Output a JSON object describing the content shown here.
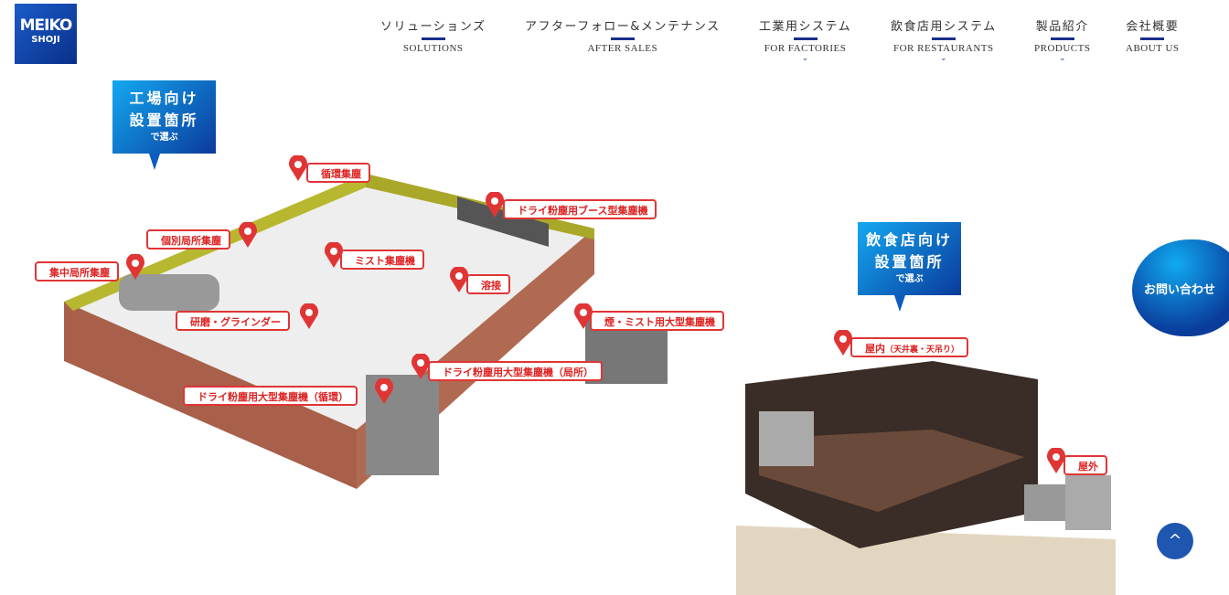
{
  "logo": {
    "line1": "MEIKO",
    "line2": "SHOJI"
  },
  "nav": [
    {
      "jp": "ソリューションズ",
      "en": "SOLUTIONS",
      "dropdown": false
    },
    {
      "jp": "アフターフォロー&メンテナンス",
      "en": "AFTER SALES",
      "dropdown": false
    },
    {
      "jp": "工業用システム",
      "en": "FOR FACTORIES",
      "dropdown": true
    },
    {
      "jp": "飲食店用システム",
      "en": "FOR RESTAURANTS",
      "dropdown": true
    },
    {
      "jp": "製品紹介",
      "en": "PRODUCTS",
      "dropdown": true
    },
    {
      "jp": "会社概要",
      "en": "ABOUT US",
      "dropdown": false
    }
  ],
  "factory_bubble": {
    "line1": "工場向け",
    "line2": "設置箇所",
    "line3": "で選ぶ"
  },
  "restaurant_bubble": {
    "line1": "飲食店向け",
    "line2": "設置箇所",
    "line3": "で選ぶ"
  },
  "factory_tags": [
    "循環集塵",
    "ドライ粉塵用ブース型集塵機",
    "個別局所集塵",
    "ミスト集塵機",
    "集中局所集塵",
    "溶接",
    "研磨・グラインダー",
    "煙・ミスト用大型集塵機",
    "ドライ粉塵用大型集塵機（局所）",
    "ドライ粉塵用大型集塵機（循環）"
  ],
  "restaurant_tags": {
    "indoor": "屋内",
    "indoor_note": "（天井裏・天吊り）",
    "outdoor": "屋外"
  },
  "contact_label": "お問い合わせ",
  "back_to_top": "^",
  "colors": {
    "brand": "#0a3a9c",
    "accent": "#e03535"
  }
}
